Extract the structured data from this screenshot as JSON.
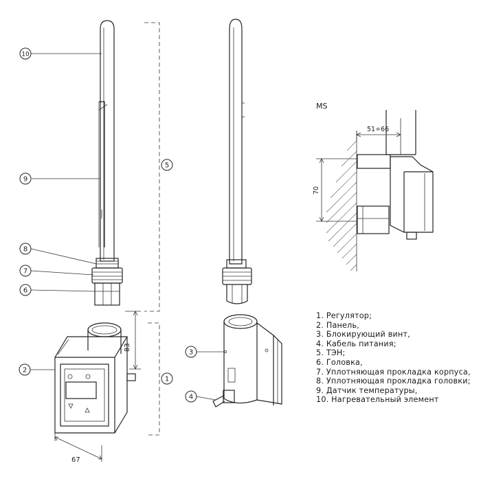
{
  "callouts": {
    "c1": "1",
    "c2": "2",
    "c3": "3",
    "c4": "4",
    "c5": "5",
    "c6": "6",
    "c7": "7",
    "c8": "8",
    "c9": "9",
    "c10": "10"
  },
  "dimensions": {
    "height_83": "83",
    "width_67": "67",
    "range_51_66": "51÷66",
    "height_70": "70"
  },
  "mount_label": "MS",
  "legend": [
    "1. Регулятор;",
    "2. Панель,",
    "3. Блокирующий винт,",
    "4. Кабель питания;",
    "5. ТЭН;",
    "6. Головка,",
    "7. Уплотняющая прокладка корпуса,",
    "8. Уплотняющая прокладка головки;",
    "9. Датчик температуры,",
    "10. Нагревательный элемент"
  ]
}
